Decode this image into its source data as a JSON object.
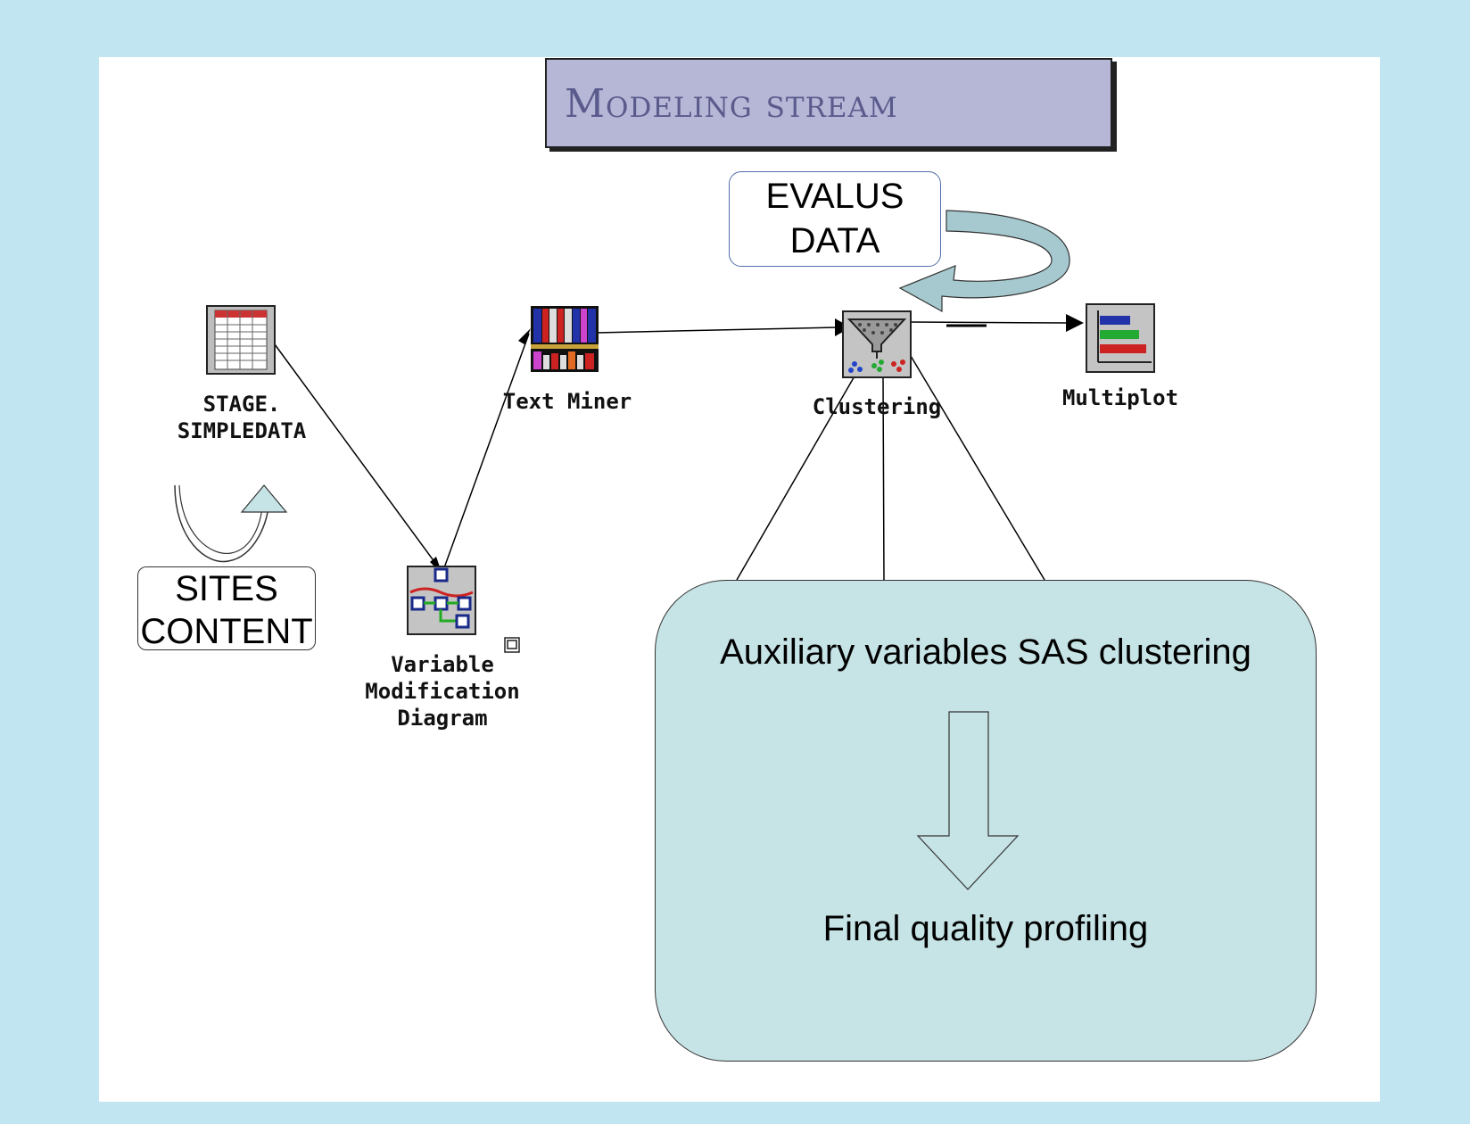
{
  "title": "Modeling stream",
  "callouts": {
    "evalus": "EVALUS\nDATA",
    "sites": "SITES\nCONTENT"
  },
  "nodes": {
    "stage": "STAGE.\nSIMPLEDATA",
    "text_miner": "Text Miner",
    "variable_mod": "Variable\nModification\nDiagram",
    "clustering": "Clustering",
    "multiplot": "Multiplot"
  },
  "panel": {
    "top": "Auxiliary variables SAS clustering",
    "bottom": "Final quality profiling"
  }
}
